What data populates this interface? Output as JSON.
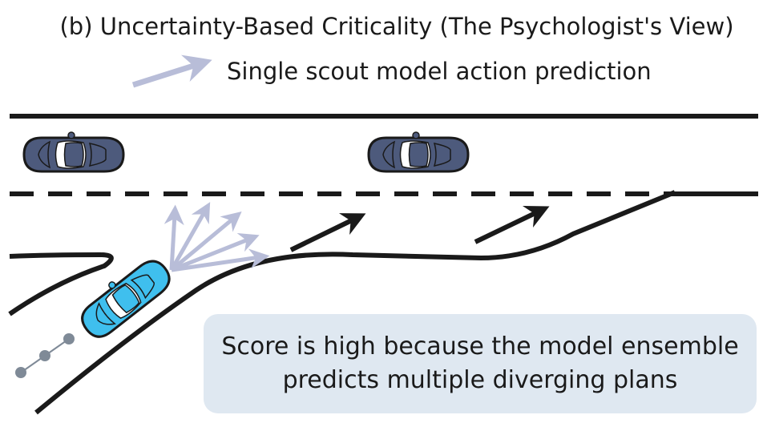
{
  "title": "(b) Uncertainty-Based Criticality (The Psychologist's View)",
  "legend": {
    "label": "Single scout model action prediction",
    "arrow_color": "#b8bdd8"
  },
  "caption": {
    "line1": "Score is high because the model ensemble",
    "line2": "predicts multiple diverging plans"
  },
  "colors": {
    "ego_car": "#3fbfee",
    "other_car": "#4d5a7c",
    "road_line": "#1a1a1a",
    "trail_dot": "#7f8a97",
    "caption_bg": "#dfe8f1"
  }
}
